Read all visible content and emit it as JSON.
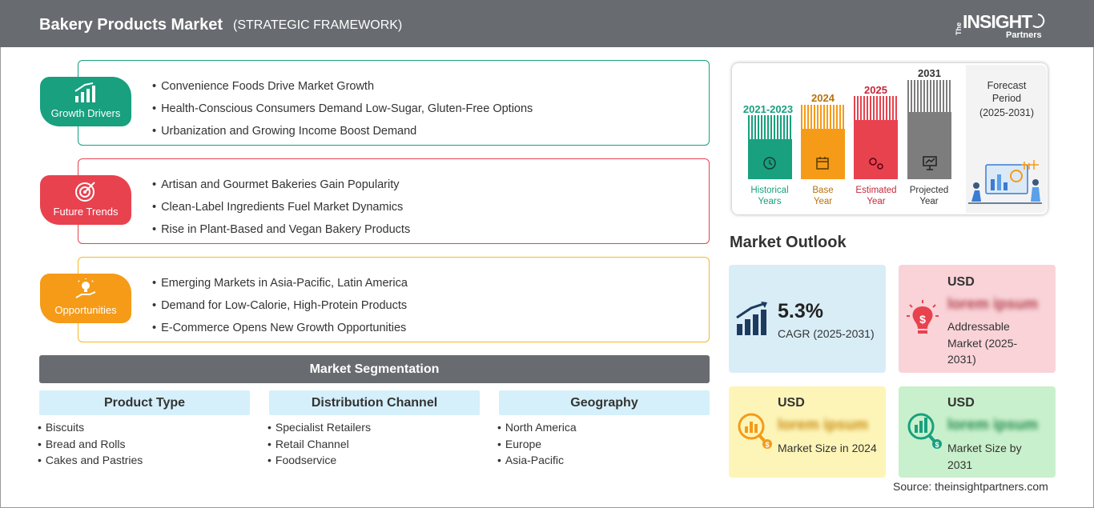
{
  "header": {
    "title": "Bakery Products Market",
    "subtitle": "(STRATEGIC FRAMEWORK)",
    "logo": {
      "the": "The",
      "insight": "INSIGHT",
      "partners": "Partners"
    }
  },
  "sections": [
    {
      "label": "Growth Drivers",
      "color": "#18a07f",
      "icon": "growth-chart-icon",
      "items": [
        "Convenience Foods Drive Market Growth",
        "Health-Conscious Consumers Demand Low-Sugar, Gluten-Free Options",
        "Urbanization and Growing Income Boost Demand"
      ]
    },
    {
      "label": "Future Trends",
      "color": "#e8424f",
      "icon": "target-icon",
      "items": [
        "Artisan and Gourmet Bakeries Gain Popularity",
        "Clean-Label Ingredients Fuel Market Dynamics",
        "Rise in Plant-Based and Vegan Bakery Products"
      ]
    },
    {
      "label": "Opportunities",
      "color": "#f59b18",
      "icon": "idea-hand-icon",
      "items": [
        "Emerging Markets in Asia-Pacific, Latin America",
        "Demand for Low-Calorie, High-Protein Products",
        "E-Commerce Opens New Growth Opportunities"
      ]
    }
  ],
  "segmentation": {
    "title": "Market Segmentation",
    "columns": [
      {
        "title": "Product Type",
        "items": [
          "Biscuits",
          "Bread and Rolls",
          "Cakes and Pastries"
        ]
      },
      {
        "title": "Distribution Channel",
        "items": [
          "Specialist Retailers",
          "Retail Channel",
          "Foodservice"
        ]
      },
      {
        "title": "Geography",
        "items": [
          "North America",
          "Europe",
          "Asia-Pacific"
        ]
      }
    ]
  },
  "timeline": {
    "bars": [
      {
        "year": "2021-2023",
        "label": "Historical Years",
        "color": "#18a07f"
      },
      {
        "year": "2024",
        "label": "Base Year",
        "color": "#f59b18"
      },
      {
        "year": "2025",
        "label": "Estimated Year",
        "color": "#e8424f"
      },
      {
        "year": "2031",
        "label": "Projected Year",
        "color": "#7d7d7d"
      }
    ],
    "forecast": {
      "line1": "Forecast",
      "line2": "Period",
      "line3": "(2025-2031)"
    }
  },
  "outlook": {
    "title": "Market Outlook",
    "cagr": {
      "value": "5.3%",
      "label": "CAGR (2025-2031)",
      "bg": "#d9edf7",
      "color": "#1e3a5f"
    },
    "addressable": {
      "usd": "USD",
      "blurred": "lorem ipsum",
      "label": "Addressable Market (2025-2031)",
      "bg": "#f9d3d8",
      "color": "#e8424f"
    },
    "size2024": {
      "usd": "USD",
      "blurred": "lorem ipsum",
      "label": "Market Size in 2024",
      "bg": "#fdf5b8",
      "color": "#f59b18"
    },
    "size2031": {
      "usd": "USD",
      "blurred": "lorem ipsum",
      "label": "Market Size by 2031",
      "bg": "#c9f0cc",
      "color": "#18a07f"
    }
  },
  "source": "Source: theinsightpartners.com"
}
